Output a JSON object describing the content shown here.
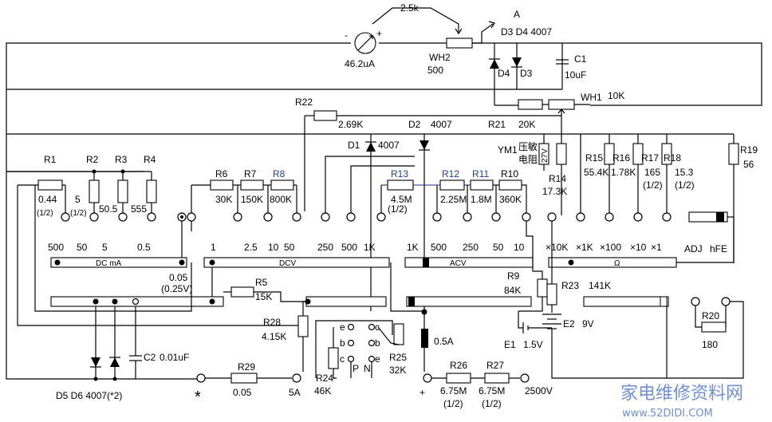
{
  "meter": {
    "label": "46.2uA",
    "plus": "+",
    "minus": "-"
  },
  "top": {
    "pot_value": "2.5k",
    "node_a": "A",
    "diodes_title": "D3 D4 4007",
    "wh2": "WH2",
    "wh2_val": "500",
    "d4": "D4",
    "d3": "D3",
    "c1": "C1",
    "c1_val": "10uF"
  },
  "wh1": {
    "name": "WH1",
    "val": "10K"
  },
  "r22": {
    "name": "R22",
    "val": "2.69K"
  },
  "r21": {
    "name": "R21",
    "val": "20K"
  },
  "d1": {
    "name": "D1",
    "val": "4007"
  },
  "d2": {
    "name": "D2",
    "val": "4007"
  },
  "ym1": {
    "code": "YM1",
    "text1": "压敏",
    "text2": "电阻",
    "val": "27V"
  },
  "r14": {
    "name": "R14",
    "val": "17.3K"
  },
  "r15": {
    "name": "R15",
    "val": "55.4K"
  },
  "r16": {
    "name": "R16",
    "val": "1.78K"
  },
  "r17": {
    "name": "R17",
    "val": "165",
    "sub": "(1/2)"
  },
  "r18": {
    "name": "R18",
    "val": "15.3",
    "sub": "(1/2)"
  },
  "r19": {
    "name": "R19",
    "val": "56"
  },
  "r1": {
    "name": "R1",
    "val": "0.44",
    "sub": "(1/2)"
  },
  "r2": {
    "name": "R2",
    "val": "5",
    "sub": "(1/2)"
  },
  "r3": {
    "name": "R3",
    "val": "50.5"
  },
  "r4": {
    "name": "R4",
    "val": "555"
  },
  "r6": {
    "name": "R6",
    "val": "30K"
  },
  "r7": {
    "name": "R7",
    "val": "150K"
  },
  "r8": {
    "name": "R8",
    "val": "800K"
  },
  "r13": {
    "name": "R13",
    "val": "4.5M",
    "sub": "(1/2)"
  },
  "r12": {
    "name": "R12",
    "val": "2.25M"
  },
  "r11": {
    "name": "R11",
    "val": "1.8M"
  },
  "r10": {
    "name": "R10",
    "val": "360K"
  },
  "dcma": {
    "title": "DC mA",
    "ranges": [
      "500",
      "50",
      "5",
      "0.5"
    ]
  },
  "dcv": {
    "title": "DCV",
    "ranges": [
      "1",
      "2.5",
      "10",
      "50",
      "250",
      "500",
      "1K"
    ]
  },
  "acv": {
    "title": "ACV",
    "ranges": [
      "1K",
      "500",
      "250",
      "50",
      "10"
    ]
  },
  "ohm": {
    "title": "Ω",
    "ranges": [
      "×10K",
      "×1K",
      "×100",
      "×10",
      "×1"
    ]
  },
  "adj": {
    "adj": "ADJ",
    "hfe": "hFE"
  },
  "low_range": {
    "val": "0.05",
    "sub": "(0.25V)"
  },
  "r5": {
    "name": "R5",
    "val": "15K"
  },
  "r9": {
    "name": "R9",
    "val": "84K"
  },
  "r23": {
    "name": "R23",
    "val": "141K"
  },
  "r28": {
    "name": "R28",
    "val": "4.15K"
  },
  "e2": {
    "name": "E2",
    "val": "9V"
  },
  "e1": {
    "name": "E1",
    "val": "1.5V"
  },
  "fuse": {
    "val": "0.5A"
  },
  "r20": {
    "name": "R20",
    "val": "180"
  },
  "r25": {
    "name": "R25",
    "val": "32K"
  },
  "r24": {
    "name": "R24",
    "val": "46K"
  },
  "pn": {
    "p": "P",
    "n": "N"
  },
  "pins": {
    "e": "e",
    "b": "b",
    "c": "c"
  },
  "c2": {
    "name": "C2",
    "val": "0.01uF"
  },
  "r29": {
    "name": "R29",
    "val": "0.05"
  },
  "r26": {
    "name": "R26",
    "val": "6.75M",
    "sub": "(1/2)"
  },
  "r27": {
    "name": "R27",
    "val": "6.75M",
    "sub": "(1/2)"
  },
  "bottom": {
    "diodes": "D5 D6 4007(*2)",
    "star": "*",
    "five_a": "5A",
    "plus": "+",
    "hv": "2500V"
  },
  "watermark": {
    "cn": "家电维修资料网",
    "url": "www.52DIDI.COM"
  }
}
